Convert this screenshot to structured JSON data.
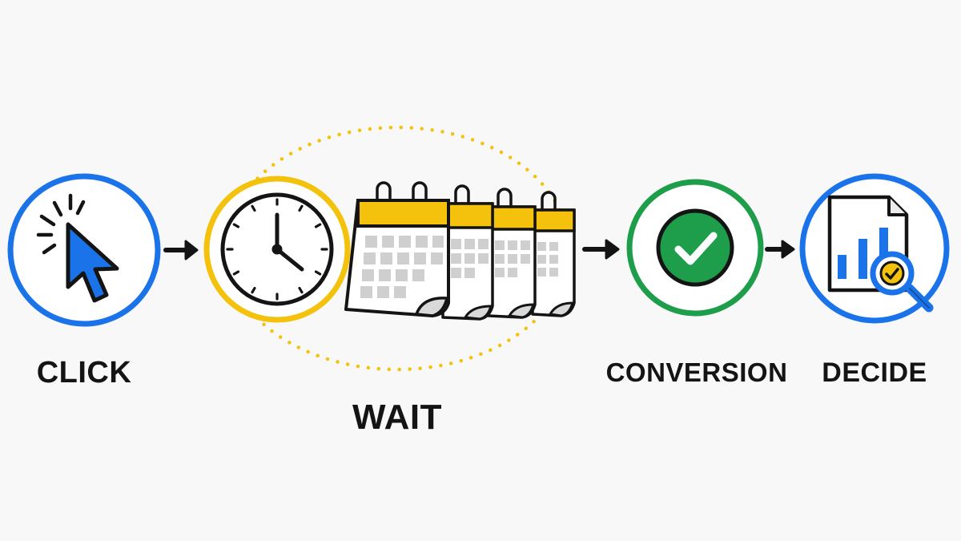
{
  "steps": [
    {
      "id": "click",
      "label": "CLICK",
      "ring_color": "#1a73e8",
      "icon": "cursor-click-icon"
    },
    {
      "id": "wait",
      "label": "WAIT",
      "ring_color": "#f4c20d",
      "icon": "clock-icon",
      "extra_icon": "calendar-stack-icon",
      "calendar_count": 4
    },
    {
      "id": "conversion",
      "label": "CONVERSION",
      "ring_color": "#1e9e4a",
      "icon": "checkmark-icon"
    },
    {
      "id": "decide",
      "label": "DECIDE",
      "ring_color": "#1a73e8",
      "icon": "report-magnifier-icon"
    }
  ],
  "colors": {
    "blue": "#1a73e8",
    "yellow": "#f4c20d",
    "green": "#1e9e4a",
    "ink": "#141414",
    "calendar_gray": "#cfcfcf",
    "background": "#f8f8f8"
  },
  "connector": "arrow-right-icon"
}
